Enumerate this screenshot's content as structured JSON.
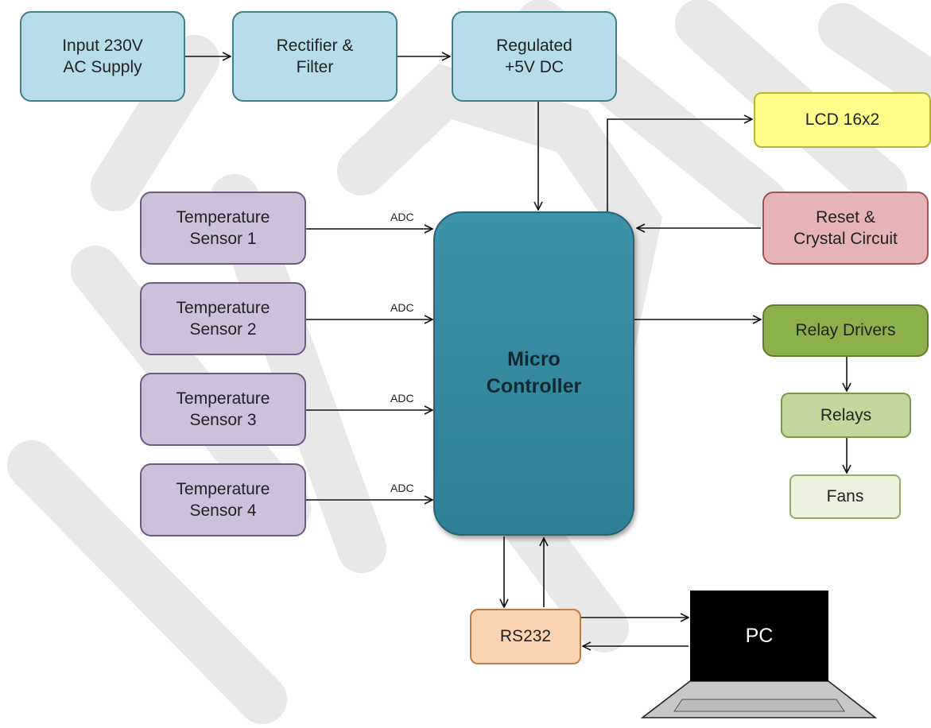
{
  "power_chain": {
    "input": "Input 230V\nAC Supply",
    "rectifier": "Rectifier &\nFilter",
    "regulated": "Regulated\n+5V DC"
  },
  "micro_controller": "Micro\nController",
  "sensors": [
    "Temperature\nSensor 1",
    "Temperature\nSensor 2",
    "Temperature\nSensor 3",
    "Temperature\nSensor 4"
  ],
  "adc_label": "ADC",
  "outputs": {
    "lcd": "LCD 16x2",
    "reset": "Reset &\nCrystal Circuit",
    "relay_drivers": "Relay Drivers",
    "relays": "Relays",
    "fans": "Fans"
  },
  "comm": {
    "rs232": "RS232",
    "pc": "PC"
  },
  "colors": {
    "power": "#b7dde8",
    "sensor": "#ccc0da",
    "micro_controller": "#3d93a8",
    "lcd": "#ffff8a",
    "reset": "#e6b4b4",
    "relay_drivers": "#8cb04a",
    "relays": "#c3d69b",
    "fans": "#ebf1dd",
    "rs232": "#fbd4b4",
    "pc": "#000000",
    "watermark": "#e8e8e8"
  }
}
